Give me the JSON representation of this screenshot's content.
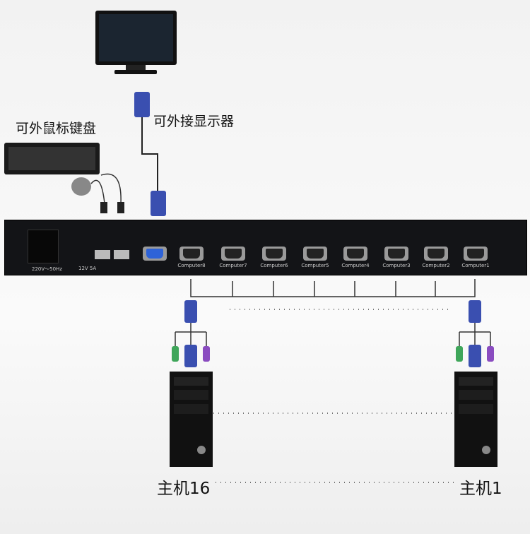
{
  "labels": {
    "monitor": "可外接显示器",
    "keyboard_mouse": "可外鼠标键盘",
    "host16": "主机16",
    "host1": "主机1"
  },
  "kvm_panel": {
    "power": "220V～50Hz",
    "dc": "12V 5A",
    "ports": [
      "Computer8",
      "Computer7",
      "Computer6",
      "Computer5",
      "Computer4",
      "Computer3",
      "Computer2",
      "Computer1"
    ]
  },
  "colors": {
    "vga_blue": "#3a4fb0",
    "ps2_green": "#3fa65a",
    "ps2_purple": "#8a4cc0",
    "panel": "#131417"
  }
}
